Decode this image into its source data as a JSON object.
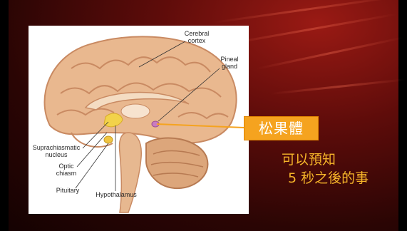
{
  "labels": {
    "cerebral_cortex": "Cerebral\ncortex",
    "pineal_gland": "Pineal\ngland",
    "suprachiasmatic_nucleus": "Suprachiasmatic\nnucleus",
    "optic_chiasm": "Optic\nchiasm",
    "pituitary": "Pituitary",
    "hypothalamus": "Hypothalamus"
  },
  "highlight_tag": "松果體",
  "caption": {
    "line1": "可以預知",
    "line2_number": "5",
    "line2_text": "秒之後的事"
  },
  "colors": {
    "tag_bg": "#f5a31f",
    "caption": "#f6b52a",
    "pointer_line": "#f5a31f"
  }
}
